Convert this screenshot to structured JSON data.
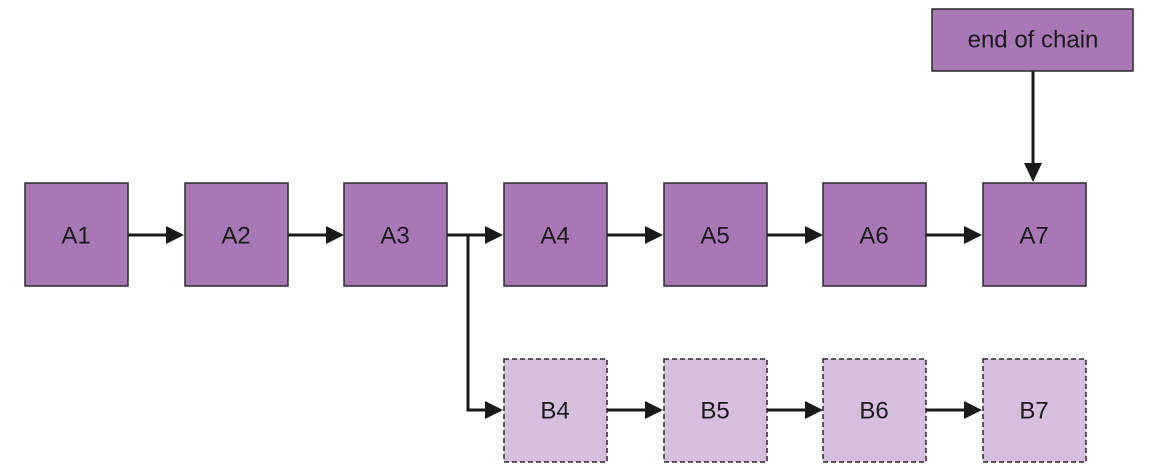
{
  "colors": {
    "main_fill": "#a877b6",
    "branch_fill": "#d5bfdd",
    "border": "#2b2b2b",
    "arrow": "#1a1a1a"
  },
  "nodes": {
    "end_of_chain": "end of chain",
    "A1": "A1",
    "A2": "A2",
    "A3": "A3",
    "A4": "A4",
    "A5": "A5",
    "A6": "A6",
    "A7": "A7",
    "B4": "B4",
    "B5": "B5",
    "B6": "B6",
    "B7": "B7"
  },
  "edges": [
    [
      "end_of_chain",
      "A7"
    ],
    [
      "A1",
      "A2"
    ],
    [
      "A2",
      "A3"
    ],
    [
      "A3",
      "A4"
    ],
    [
      "A4",
      "A5"
    ],
    [
      "A5",
      "A6"
    ],
    [
      "A6",
      "A7"
    ],
    [
      "A3",
      "B4"
    ],
    [
      "B4",
      "B5"
    ],
    [
      "B5",
      "B6"
    ],
    [
      "B6",
      "B7"
    ]
  ]
}
